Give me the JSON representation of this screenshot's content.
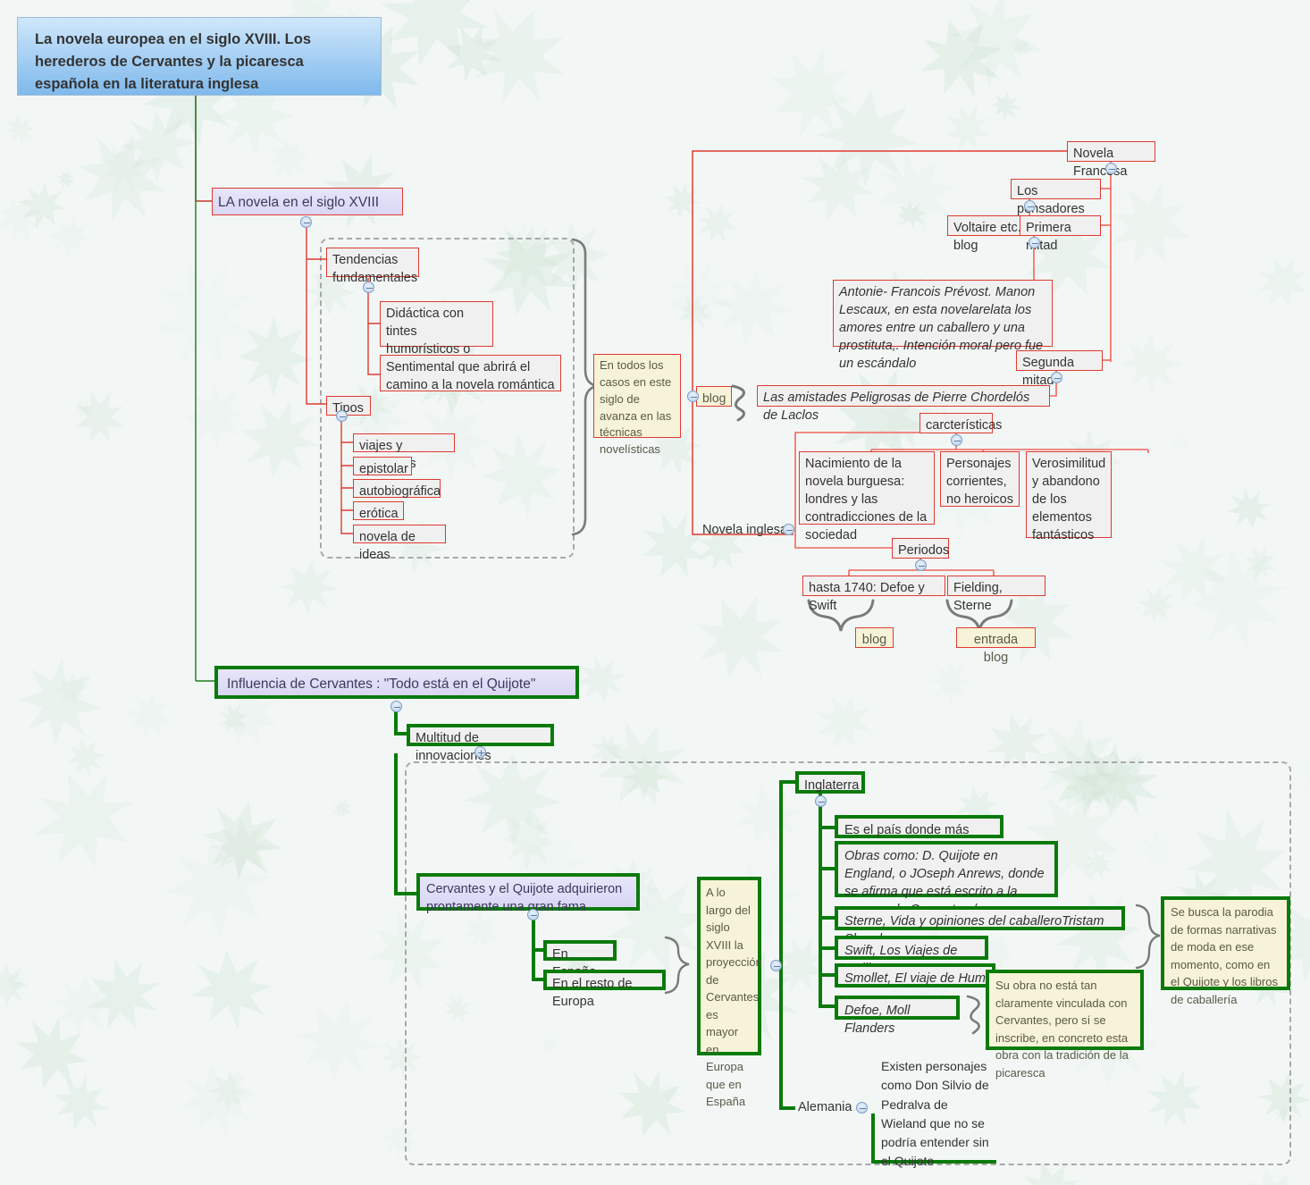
{
  "root": {
    "title": "La novela europea en el siglo XVIII. Los herederos de Cervantes y la picaresca española en la literatura inglesa"
  },
  "branch_novela": {
    "label": "LA novela en el siglo XVIII",
    "tendencias": {
      "label": "Tendencias fundamentales",
      "children": [
        "Didáctica con tintes humorísticos o satíricos",
        "Sentimental que abrirá el camino a la novela romántica"
      ]
    },
    "tipos": {
      "label": "Tipos",
      "children": [
        "viajes y aventuras",
        "epistolar",
        "autobiográfica",
        "erótica",
        "novela de ideas"
      ]
    },
    "note_tecnicas": "En todos los casos en este siglo de avanza en las técnicas novelísticas",
    "blog_label": "blog",
    "laclos": "Las amistades Peligrosas de Pierre Chordelós de Laclos",
    "francesa": {
      "label": "Novela Francesa",
      "pensadores": "Los pensadores",
      "voltaire": "Voltaire etc. blog",
      "primera_mitad": "Primera mitad",
      "prevost": "Antonie- Francois Prévost.  Manon Lescaux, en esta novelarelata los amores entre un caballero y una prostituta,. Intención moral pero fue un escándalo",
      "segunda_mitad": "Segunda mitad"
    },
    "inglesa": {
      "label": "Novela inglesa",
      "caracteristicas_label": "carcterísticas",
      "caracteristicas": [
        "Nacimiento de la novela burguesa: londres y las contradicciones de la sociedad",
        "Personajes corrientes, no heroicos",
        "Verosimilitud y abandono de los elementos fantásticos"
      ],
      "periodos_label": "Periodos",
      "periodos": [
        "hasta 1740: Defoe y Swift",
        "Fielding, Sterne"
      ],
      "periodos_notes": [
        "blog",
        "entrada blog"
      ]
    }
  },
  "branch_cervantes": {
    "label": "Influencia de Cervantes : \"Todo está en el Quijote\"",
    "innovaciones": "Multitud de innovaciones",
    "fama": "Cervantes   y el Quijote adquirieron prontamente una gran fama",
    "fama_children": [
      "En España",
      "En el resto de Europa"
    ],
    "note_proyeccion": "A lo largo del siglo XVIII la proyección de Cervantes es mayor en Europa que en España",
    "inglaterra": {
      "label": "Inglaterra",
      "children": [
        "Es el país donde  más influyó",
        "Obras como: D. Quijote en England, o JOseph Anrews, donde se afirma que está escrito a la manera de Cervantes /",
        "Sterne, Vida y opiniones del caballeroTristam Shandy",
        "Swift, Los Viajes de Gulliver",
        "Smollet, El viaje de Humphre",
        "Defoe, Moll Flanders"
      ],
      "note_defoe": "Su obra no está tan claramente vinculada con Cervantes, pero sí se inscribe, en concreto esta obra con la tradición de la picaresca",
      "note_parodia": "Se busca la parodia de formas narrativas de moda en ese momento, como en el Quijote y los libros de caballería"
    },
    "alemania": {
      "label": "Alemania",
      "note": "Existen personajes como Don Silvio de Pedralva de Wieland que no se podría entender sin el Quijote"
    }
  },
  "colors": {
    "red_border": "#e03a2f",
    "green_border": "#0a7a0a",
    "note_fill": "#f7f3d8",
    "lavender_fill": "#ddd9f5",
    "title_fill": "#7fb9ec",
    "background": "#f2f7f6"
  }
}
